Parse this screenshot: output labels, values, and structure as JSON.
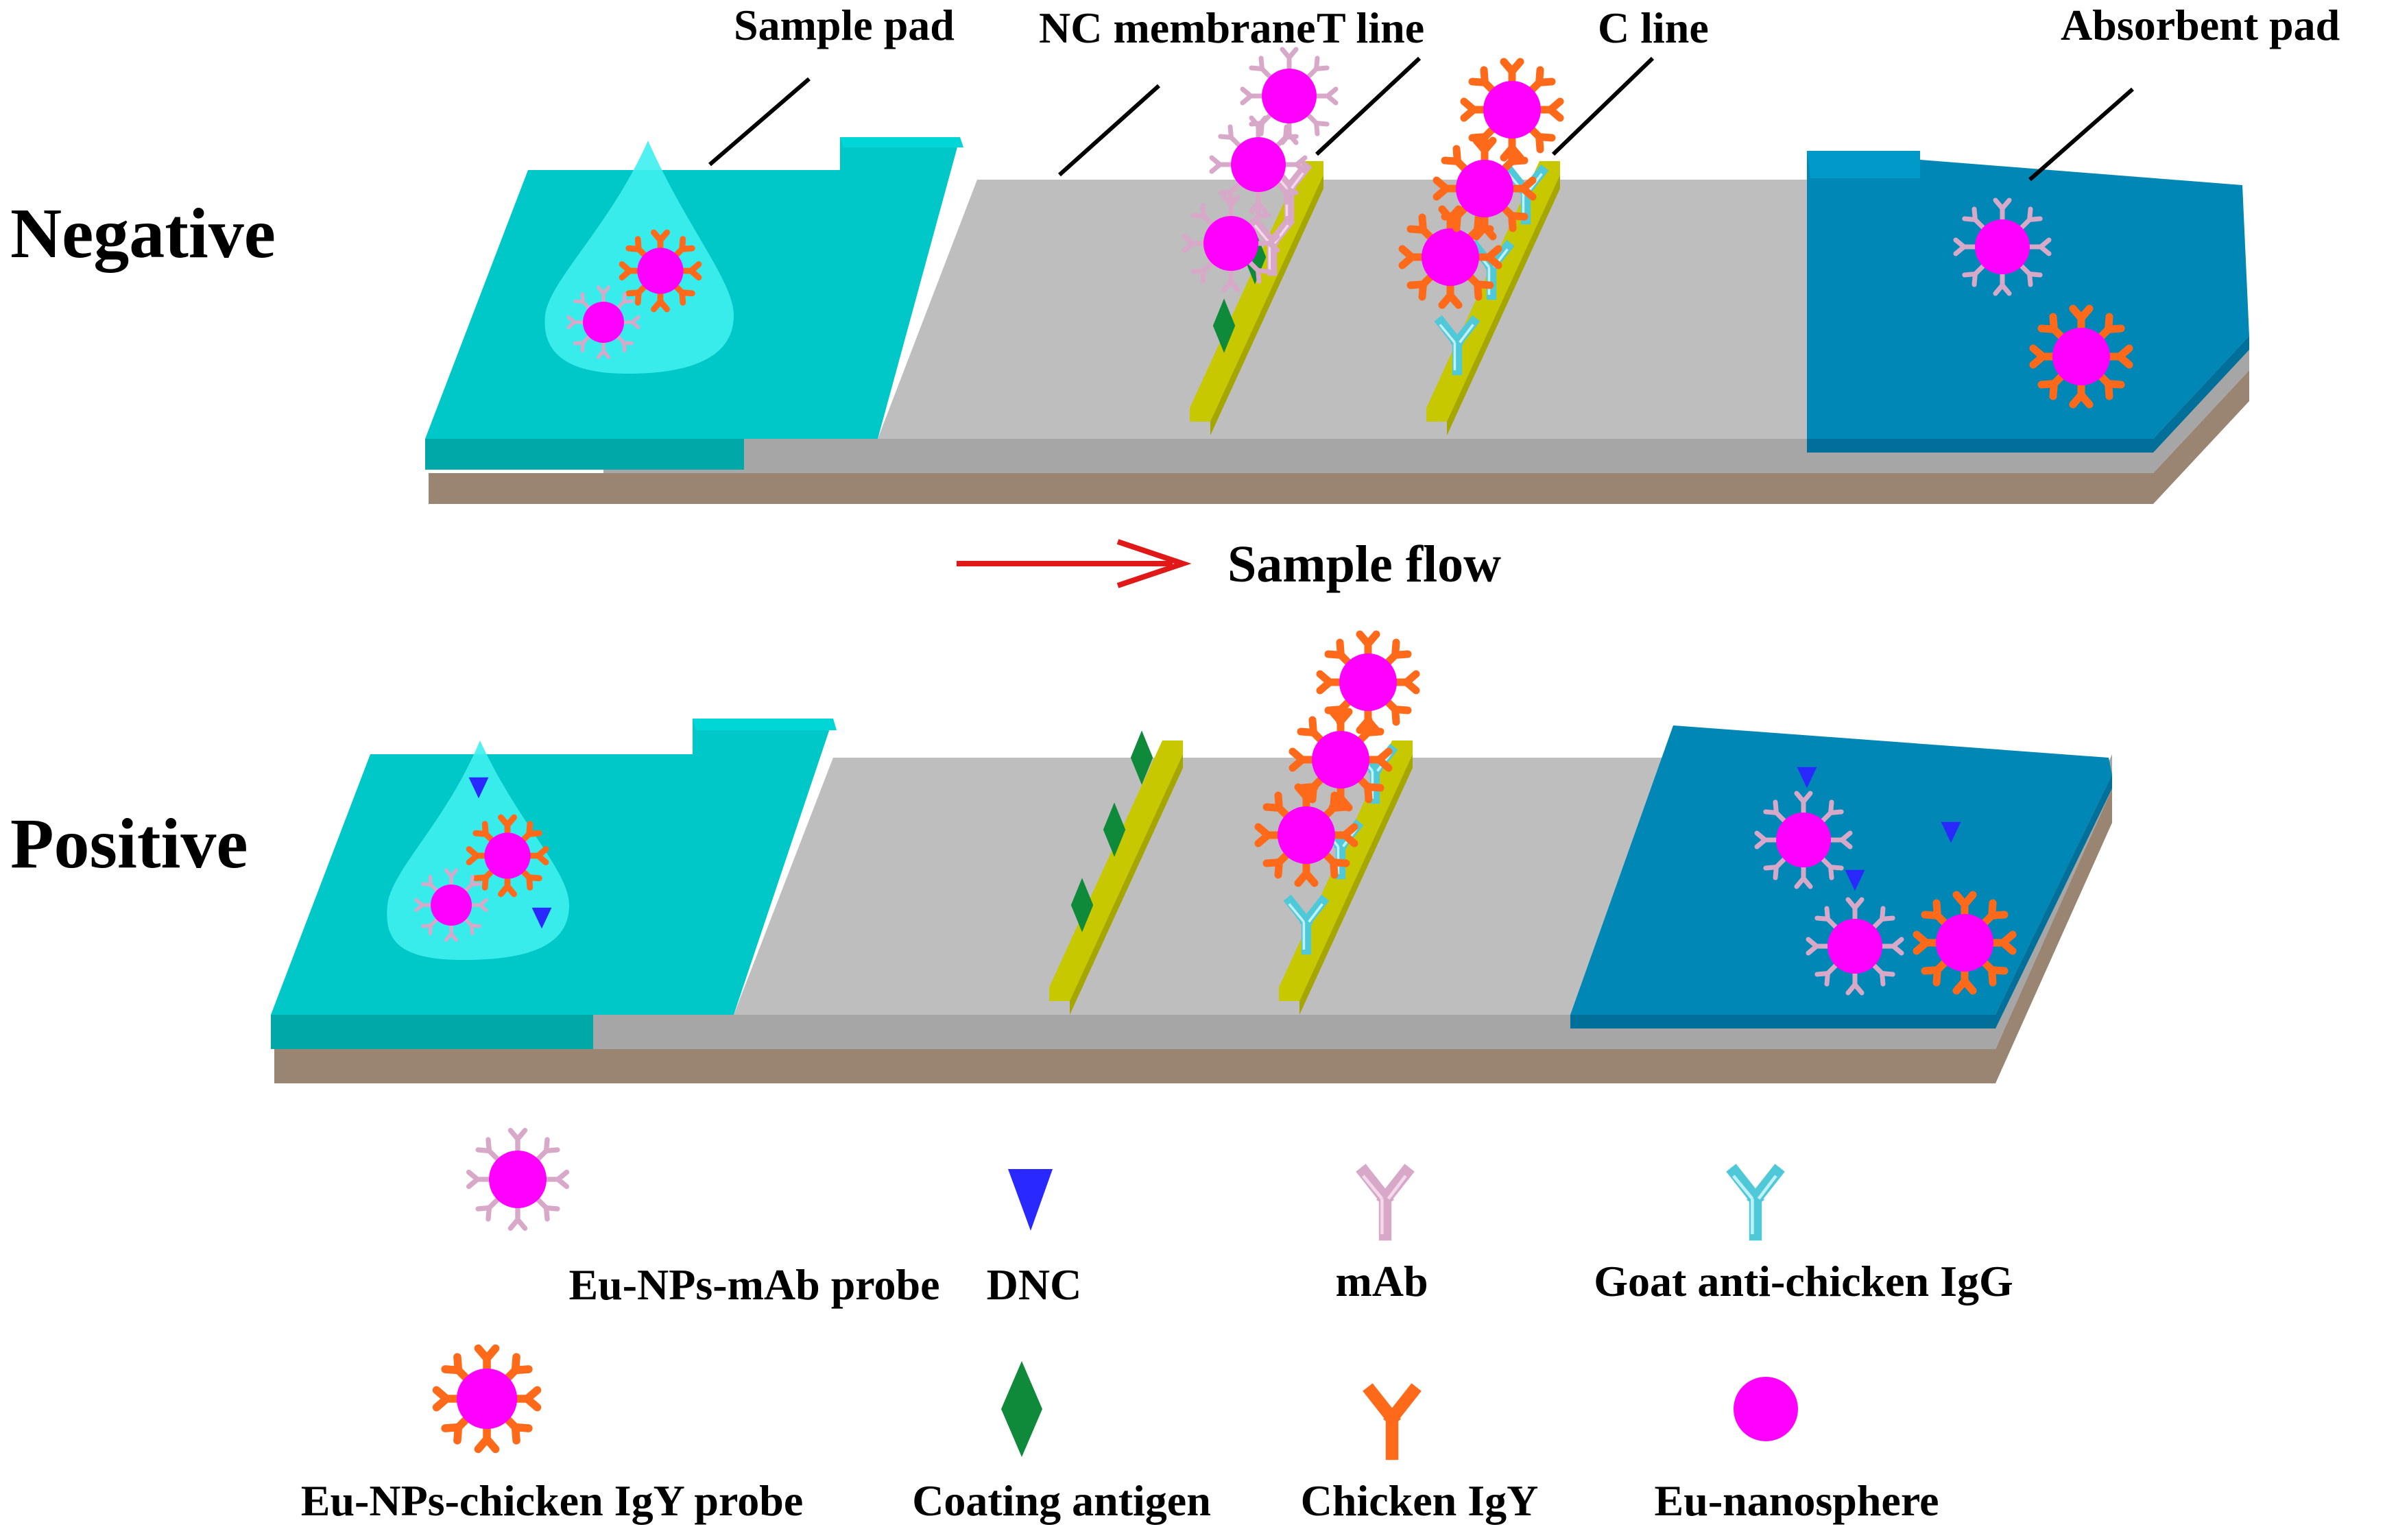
{
  "labels": {
    "sample_pad": "Sample pad",
    "nc_membrane": "NC membrane",
    "t_line": "T line",
    "c_line": "C line",
    "absorbent_pad": "Absorbent pad",
    "negative": "Negative",
    "positive": "Positive",
    "sample_flow": "Sample flow"
  },
  "legend": {
    "eu_nps_mab_probe": "Eu-NPs-mAb probe",
    "dnc": "DNC",
    "mab": "mAb",
    "goat_anti_chicken_igg": "Goat anti-chicken IgG",
    "eu_nps_chicken_igy_probe": "Eu-NPs-chicken IgY probe",
    "coating_antigen": "Coating antigen",
    "chicken_igy": "Chicken IgY",
    "eu_nanosphere": "Eu-nanosphere"
  },
  "colors": {
    "sample_pad": "#00C8C8",
    "sample_pad_top": "#00D6D6",
    "nc_membrane": "#BEBEBE",
    "backing": "#9A8572",
    "absorbent_pad": "#0087B5",
    "line_strip": "#C8C800",
    "nanosphere": "#FF00FF",
    "mab": "#D8A8C8",
    "chicken_igy": "#FF6A1A",
    "goat_igg": "#4FC8D8",
    "dnc": "#2828FF",
    "coating_antigen": "#0E8A3A",
    "flow_arrow": "#E01818",
    "droplet": "#3FF0F0"
  }
}
